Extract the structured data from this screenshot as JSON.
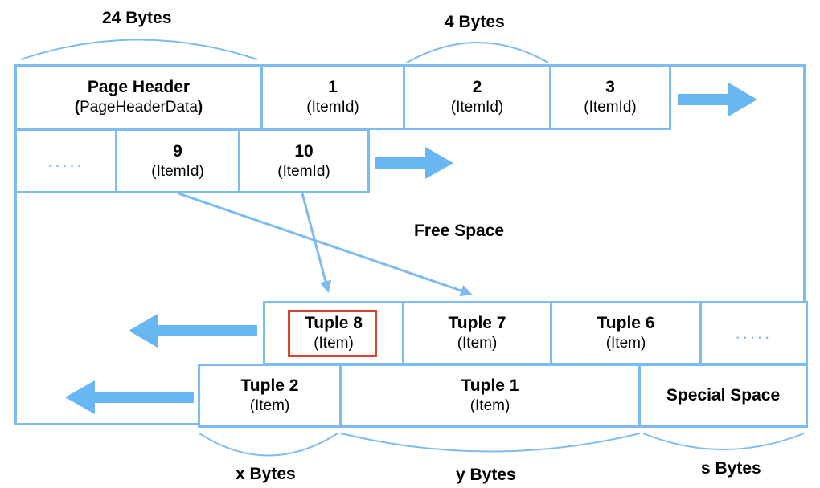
{
  "header_row": {
    "page_header": {
      "title": "Page Header",
      "subtitle_open": "(",
      "subtitle_text": "PageHeaderData",
      "subtitle_close": ")"
    },
    "item_ids": [
      {
        "num": "1",
        "label": "(ItemId)"
      },
      {
        "num": "2",
        "label": "(ItemId)"
      },
      {
        "num": "3",
        "label": "(ItemId)"
      }
    ]
  },
  "item_row2": {
    "ellipsis": ".....",
    "item_ids": [
      {
        "num": "9",
        "label": "(ItemId)"
      },
      {
        "num": "10",
        "label": "(ItemId)"
      }
    ]
  },
  "free_space_label": "Free Space",
  "tuple_row1": {
    "tuples": [
      {
        "name": "Tuple 8",
        "label": "(Item)"
      },
      {
        "name": "Tuple 7",
        "label": "(Item)"
      },
      {
        "name": "Tuple 6",
        "label": "(Item)"
      }
    ],
    "ellipsis": "....."
  },
  "tuple_row2": {
    "tuples": [
      {
        "name": "Tuple 2",
        "label": "(Item)"
      },
      {
        "name": "Tuple 1",
        "label": "(Item)"
      }
    ],
    "special_space": "Special Space"
  },
  "sizes": {
    "header": "24 Bytes",
    "itemid": "4 Bytes",
    "x": "x Bytes",
    "y": "y Bytes",
    "s": "s Bytes"
  },
  "colors": {
    "line": "#7dbcf0",
    "arrow": "#68b6f2",
    "highlight": "#d9442f"
  }
}
